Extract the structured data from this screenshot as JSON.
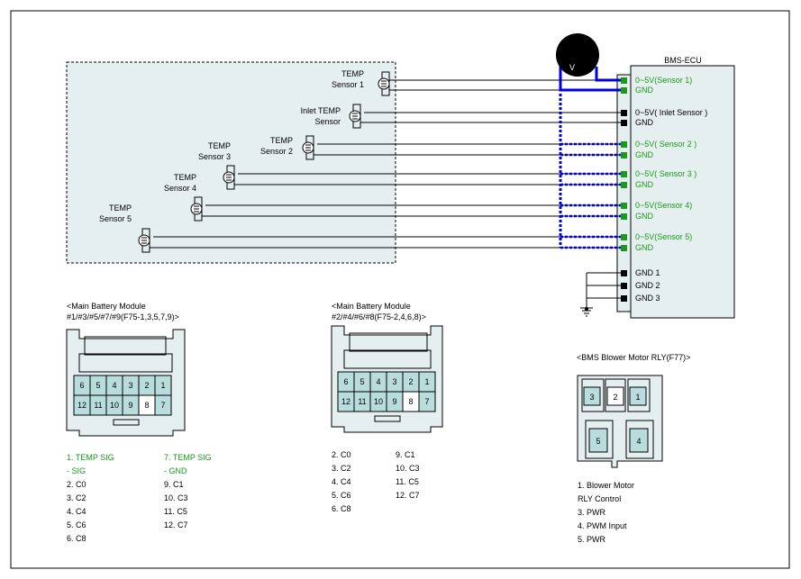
{
  "ecu": {
    "title": "BMS-ECU",
    "pins": [
      {
        "label": "0~5V(Sensor 1)",
        "color": "#1a9a1a"
      },
      {
        "label": "GND",
        "color": "#1a9a1a"
      },
      {
        "label": "0~5V(   Inlet Sensor      )",
        "color": "#000000"
      },
      {
        "label": "GND",
        "color": "#000000"
      },
      {
        "label": "0~5V(   Sensor 2     )",
        "color": "#1a9a1a"
      },
      {
        "label": "GND",
        "color": "#1a9a1a"
      },
      {
        "label": "0~5V(   Sensor 3     )",
        "color": "#1a9a1a"
      },
      {
        "label": "GND",
        "color": "#1a9a1a"
      },
      {
        "label": "0~5V(Sensor 4)",
        "color": "#1a9a1a"
      },
      {
        "label": "GND",
        "color": "#1a9a1a"
      },
      {
        "label": "0~5V(Sensor 5)",
        "color": "#1a9a1a"
      },
      {
        "label": "GND",
        "color": "#1a9a1a"
      },
      {
        "label": "GND 1",
        "color": "#000000"
      },
      {
        "label": "GND 2",
        "color": "#000000"
      },
      {
        "label": "GND 3",
        "color": "#000000"
      }
    ]
  },
  "meter": {
    "label": "V"
  },
  "sensors": [
    {
      "line1": "TEMP",
      "line2": "Sensor 1"
    },
    {
      "line1": "Inlet TEMP",
      "line2": "Sensor"
    },
    {
      "line1": "TEMP",
      "line2": "Sensor 2"
    },
    {
      "line1": "TEMP",
      "line2": "Sensor 3"
    },
    {
      "line1": "TEMP",
      "line2": "Sensor 4"
    },
    {
      "line1": "TEMP",
      "line2": "Sensor 5"
    }
  ],
  "connectors": {
    "odd": {
      "title1": "<Main Battery Module",
      "title2": " #1/#3/#5/#7/#9(F75-1,3,5,7,9)>",
      "top_row": [
        "6",
        "5",
        "4",
        "3",
        "2",
        "1"
      ],
      "bottom_row": [
        "12",
        "11",
        "10",
        "9",
        "8",
        "7"
      ],
      "legend_left": [
        "1. TEMP SIG",
        "  - SIG",
        "2. C0",
        "3. C2",
        "4. C4",
        "5. C6",
        "6. C8"
      ],
      "legend_right": [
        "7. TEMP SIG",
        "  - GND",
        "9. C1",
        "10. C3",
        "11. C5",
        "12. C7"
      ]
    },
    "even": {
      "title1": "<Main Battery Module",
      "title2": " #2/#4/#6/#8(F75-2,4,6,8)>",
      "top_row": [
        "6",
        "5",
        "4",
        "3",
        "2",
        "1"
      ],
      "bottom_row": [
        "12",
        "11",
        "10",
        "9",
        "8",
        "7"
      ],
      "legend_left": [
        "2. C0",
        "3. C2",
        "4. C4",
        "5. C6",
        "6. C8"
      ],
      "legend_right": [
        "9. C1",
        "10. C3",
        "11. C5",
        "12. C7"
      ]
    },
    "blower": {
      "title": "<BMS Blower Motor RLY(F77)>",
      "top_pins": [
        "3",
        "2",
        "1"
      ],
      "bottom_pins": [
        "5",
        "4"
      ],
      "legend": [
        "1. Blower Motor",
        "  RLY      Control",
        "3. PWR",
        "4. PWM Input",
        "5. PWR"
      ]
    }
  },
  "colors": {
    "green": "#1a9a1a",
    "blue": "#0000dd",
    "pin_fill": "#b9dcdc",
    "panel_fill": "#e6efef"
  }
}
